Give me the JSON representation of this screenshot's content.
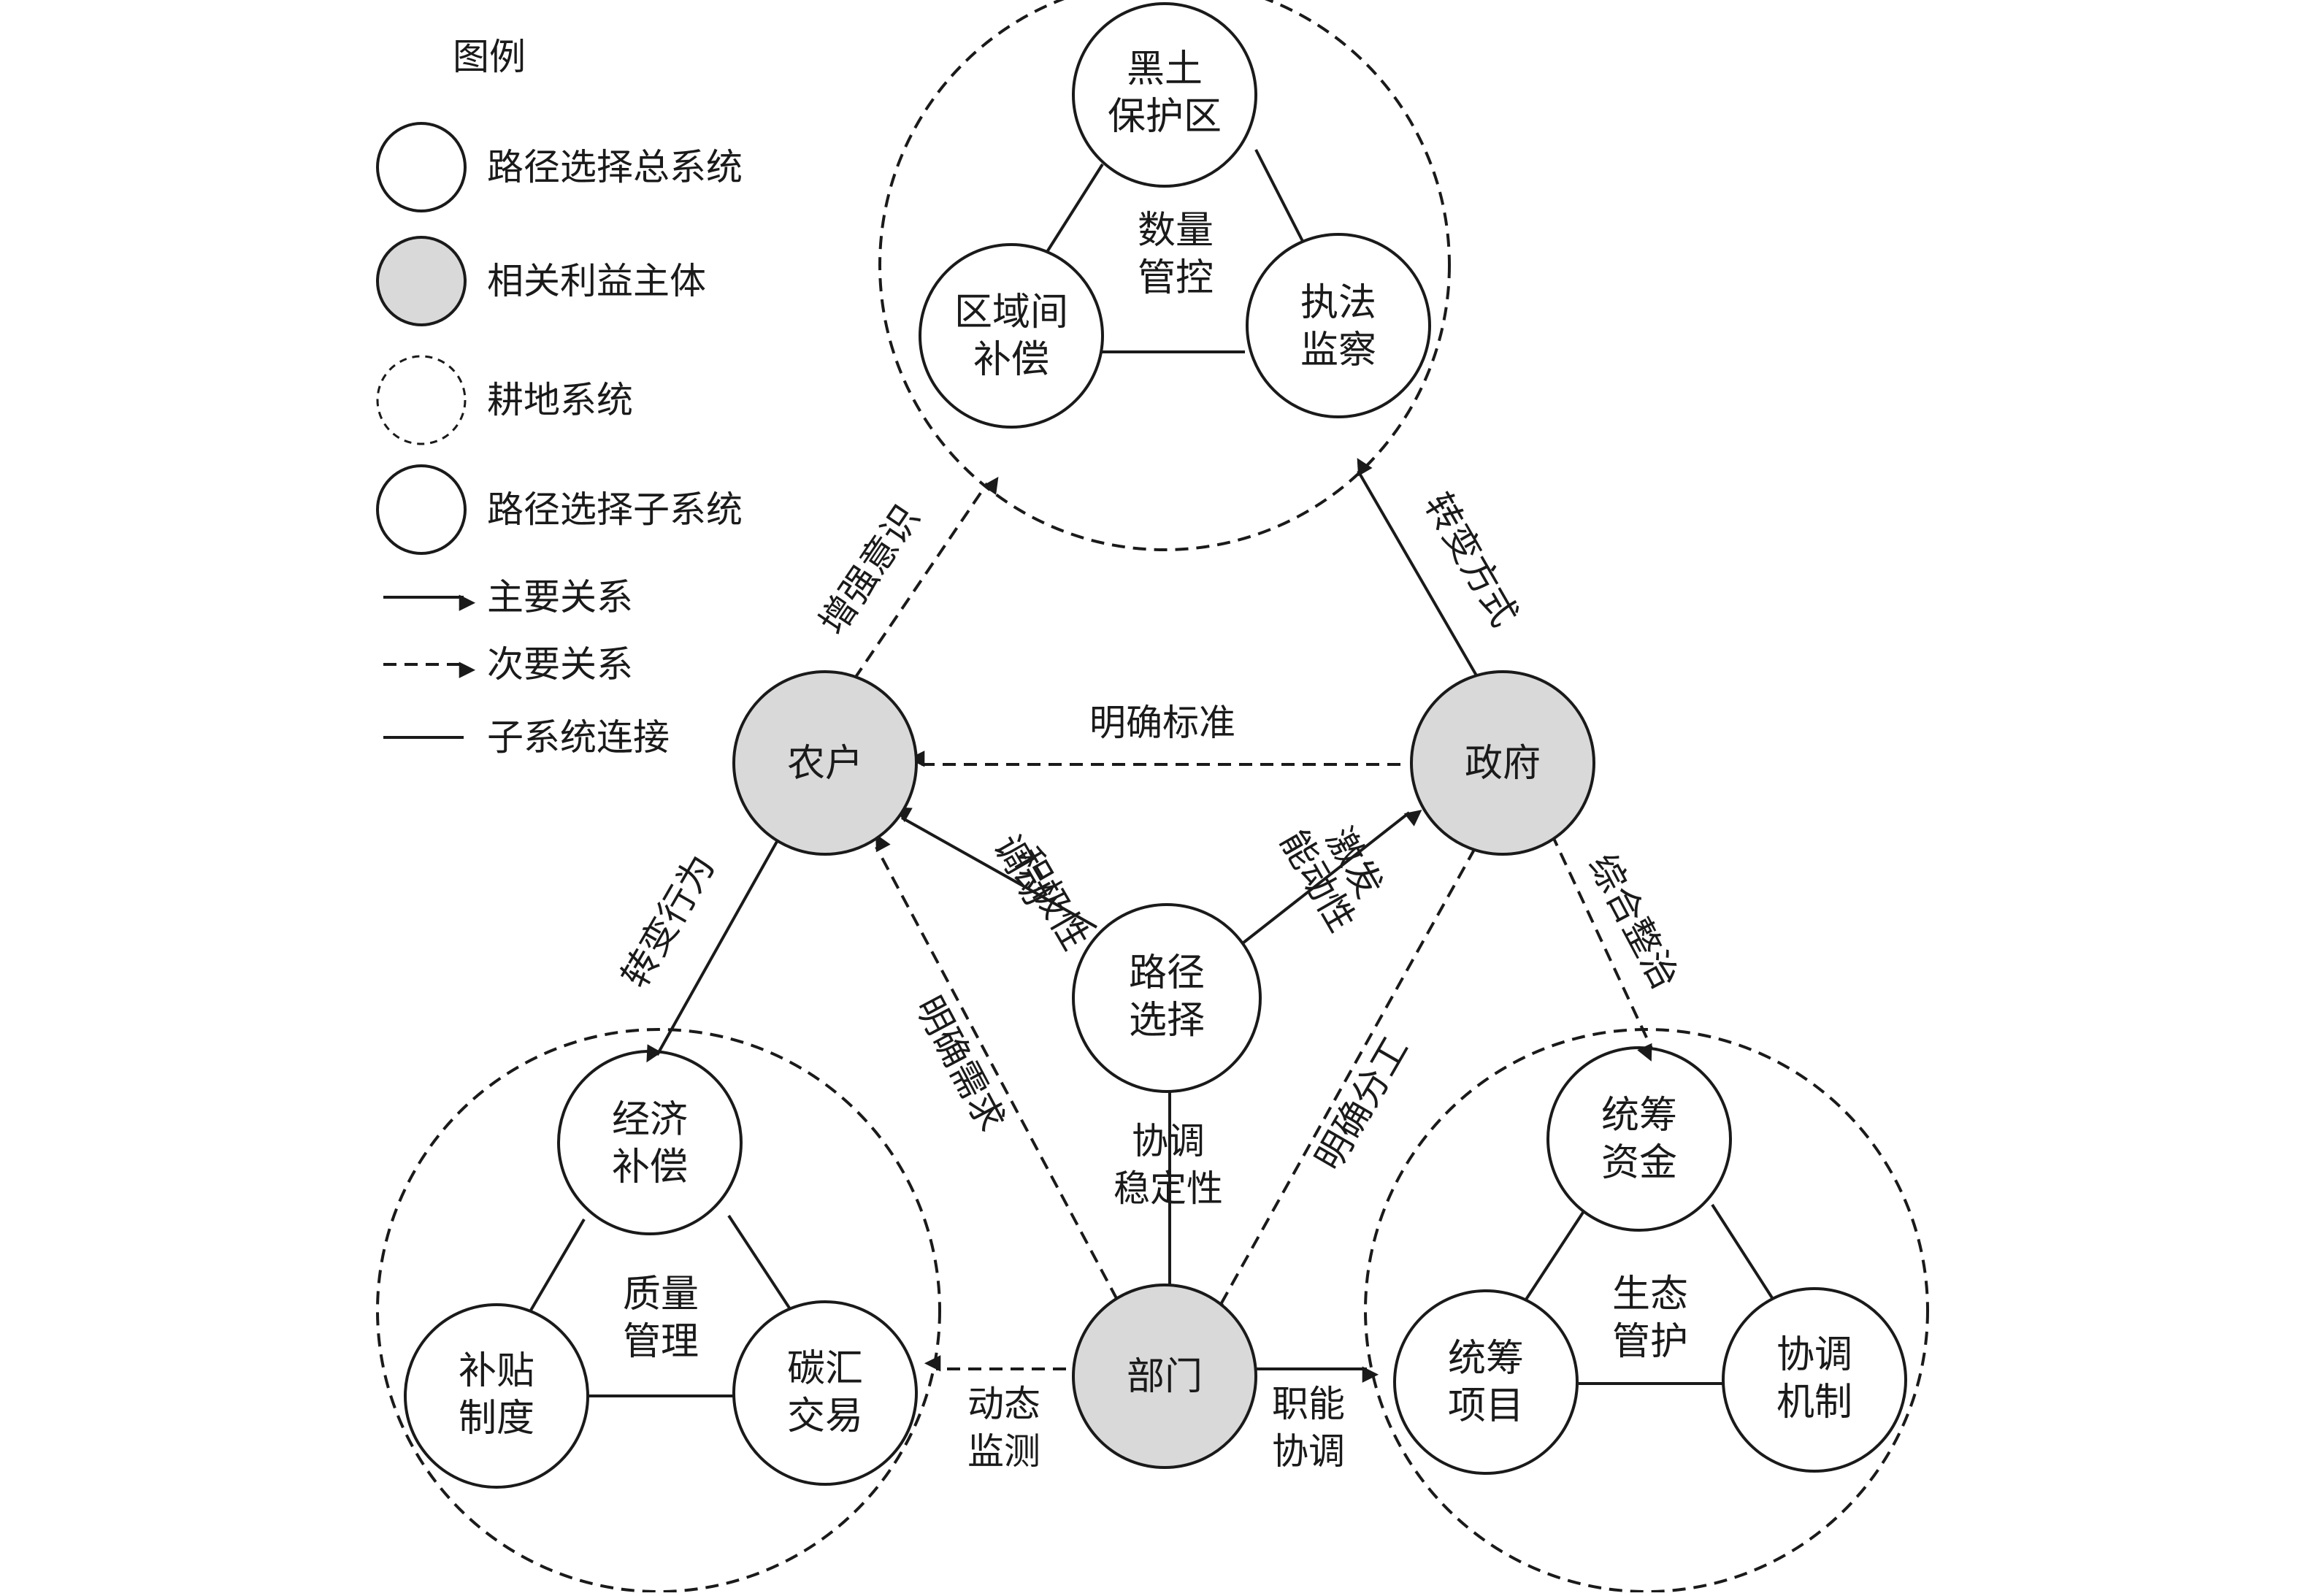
{
  "legend": {
    "title": "图例",
    "items": [
      {
        "id": "total-system",
        "label": "路径选择总系统"
      },
      {
        "id": "stakeholder",
        "label": "相关利益主体"
      },
      {
        "id": "farmland-system",
        "label": "耕地系统"
      },
      {
        "id": "sub-system",
        "label": "路径选择子系统"
      },
      {
        "id": "main-relation",
        "label": "主要关系"
      },
      {
        "id": "secondary-relation",
        "label": "次要关系"
      },
      {
        "id": "subsystem-link",
        "label": "子系统连接"
      }
    ]
  },
  "center": {
    "label1": "路径",
    "label2": "选择"
  },
  "stakeholders": {
    "farmer": "农户",
    "government": "政府",
    "department": "部门"
  },
  "systems": {
    "quantity": {
      "center1": "数量",
      "center2": "管控",
      "top": [
        "黑土",
        "保护区"
      ],
      "left": [
        "区域间",
        "补偿"
      ],
      "right": [
        "执法",
        "监察"
      ]
    },
    "quality": {
      "center1": "质量",
      "center2": "管理",
      "top": [
        "经济",
        "补偿"
      ],
      "left": [
        "补贴",
        "制度"
      ],
      "right": [
        "碳汇",
        "交易"
      ]
    },
    "ecology": {
      "center1": "生态",
      "center2": "管护",
      "top": [
        "统筹",
        "资金"
      ],
      "left": [
        "统筹",
        "项目"
      ],
      "right": [
        "协调",
        "机制"
      ]
    }
  },
  "relations": {
    "farmer_to_quantity": "增强意识",
    "gov_to_quantity": "转变方式",
    "gov_to_farmer": "明确标准",
    "farmer_to_quality": "转变行为",
    "gov_to_ecology": "综合整治",
    "center_to_farmer": [
      "调动",
      "积极性"
    ],
    "center_to_gov": [
      "激发",
      "能动性"
    ],
    "center_to_dept": [
      "协调",
      "稳定性"
    ],
    "dept_to_farmer": "明确需求",
    "gov_to_dept": "明确分工",
    "dept_to_quality": [
      "动态",
      "监测"
    ],
    "dept_to_ecology": [
      "职能",
      "协调"
    ]
  }
}
